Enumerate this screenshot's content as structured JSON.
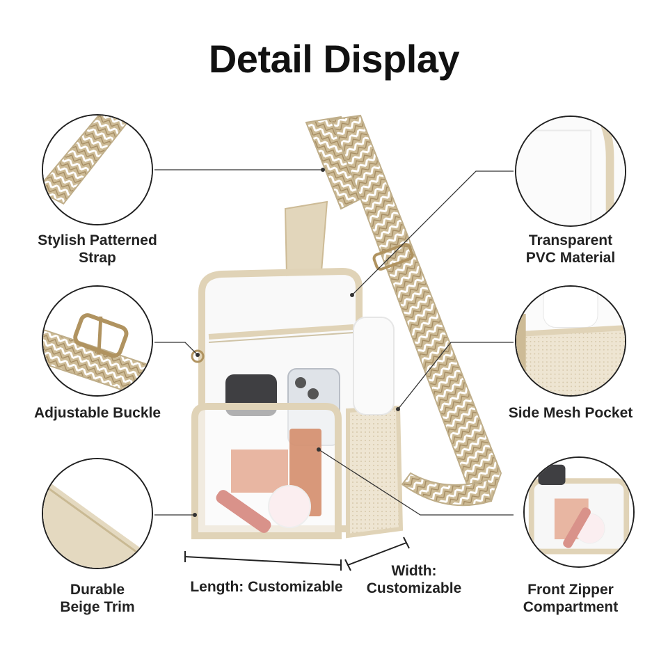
{
  "title": "Detail Display",
  "features": {
    "strap": {
      "line1": "Stylish Patterned",
      "line2": "Strap"
    },
    "pvc": {
      "line1": "Transparent",
      "line2": "PVC Material"
    },
    "buckle": {
      "line1": "Adjustable Buckle"
    },
    "mesh": {
      "line1": "Side Mesh Pocket"
    },
    "trim": {
      "line1": "Durable",
      "line2": "Beige Trim"
    },
    "pocket": {
      "line1": "Front Zipper",
      "line2": "Compartment"
    }
  },
  "dimensions": {
    "length": "Length: Customizable",
    "width_line1": "Width:",
    "width_line2": "Customizable"
  },
  "colors": {
    "beige": "#e8dcc4",
    "beige_dark": "#cdbb96",
    "tan": "#a58c62",
    "line": "#222222"
  }
}
